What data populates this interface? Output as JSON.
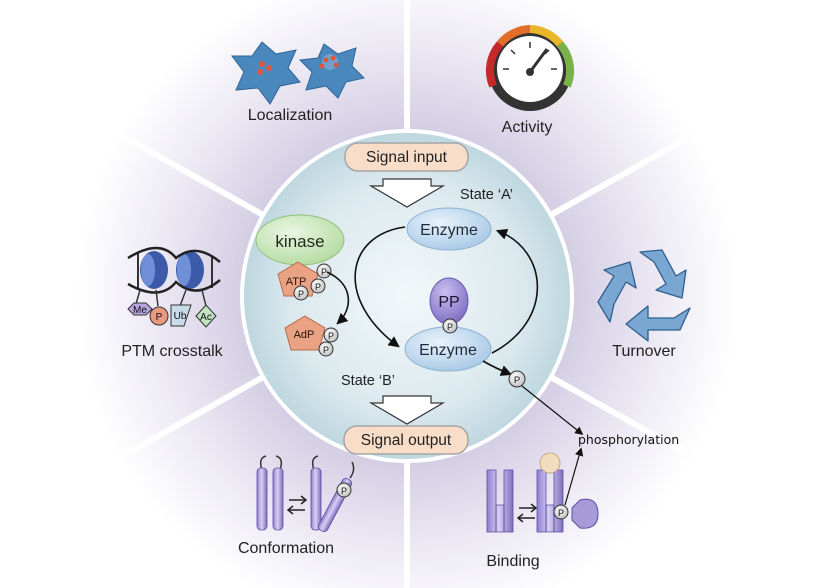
{
  "center": {
    "signal_input": "Signal input",
    "signal_output": "Signal output",
    "state_a": "State ‘A’",
    "state_b": "State ‘B’",
    "enzyme_top": "Enzyme",
    "enzyme_bottom": "Enzyme",
    "kinase": "kinase",
    "atp": "ATP",
    "adp": "AdP",
    "pp": "PP",
    "p": "P"
  },
  "outer_labels": {
    "localization": "Localization",
    "activity": "Activity",
    "turnover": "Turnover",
    "binding": "Binding",
    "conformation": "Conformation",
    "ptm_crosstalk": "PTM crosstalk"
  },
  "ptm": {
    "me": "Me",
    "p": "P",
    "ub": "Ub",
    "ac": "Ac"
  },
  "annotation": "phosphorylation",
  "colors": {
    "signal_box_fill": "#f8ddc8",
    "enzyme_fill": "#c4dcef",
    "kinase_fill": "#cfe8c2",
    "atp_fill": "#eaa284",
    "pp_fill": "#9a8bd0",
    "cell_fill": "#4a87bd",
    "recycle_fill": "#7aa6d2",
    "receptor_fill": "#a79ad8"
  }
}
